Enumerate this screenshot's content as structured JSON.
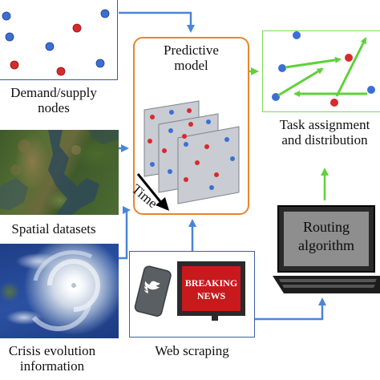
{
  "colors": {
    "blue_node": "#3b6fd6",
    "red_node": "#d92a2a",
    "arrow_blue": "#4a86d6",
    "arrow_green": "#5fd13a",
    "model_border": "#e8852e",
    "task_border": "#7fdc55",
    "web_border": "#3c5fa8",
    "breaking_red": "#c8191d"
  },
  "icons": {
    "phone": "twitter-bird-icon",
    "monitor": "computer-monitor-icon",
    "tv": "news-tv-icon"
  },
  "labels": {
    "demand_supply": [
      "Demand/supply",
      "nodes"
    ],
    "spatial": "Spatial datasets",
    "crisis": [
      "Crisis evolution",
      "information"
    ],
    "predictive": [
      "Predictive",
      "model"
    ],
    "time": "Time",
    "task": [
      "Task assignment",
      "and distribution"
    ],
    "routing": [
      "Routing",
      "algorithm"
    ],
    "web": "Web scraping",
    "breaking": [
      "BREAKING",
      "NEWS"
    ]
  }
}
